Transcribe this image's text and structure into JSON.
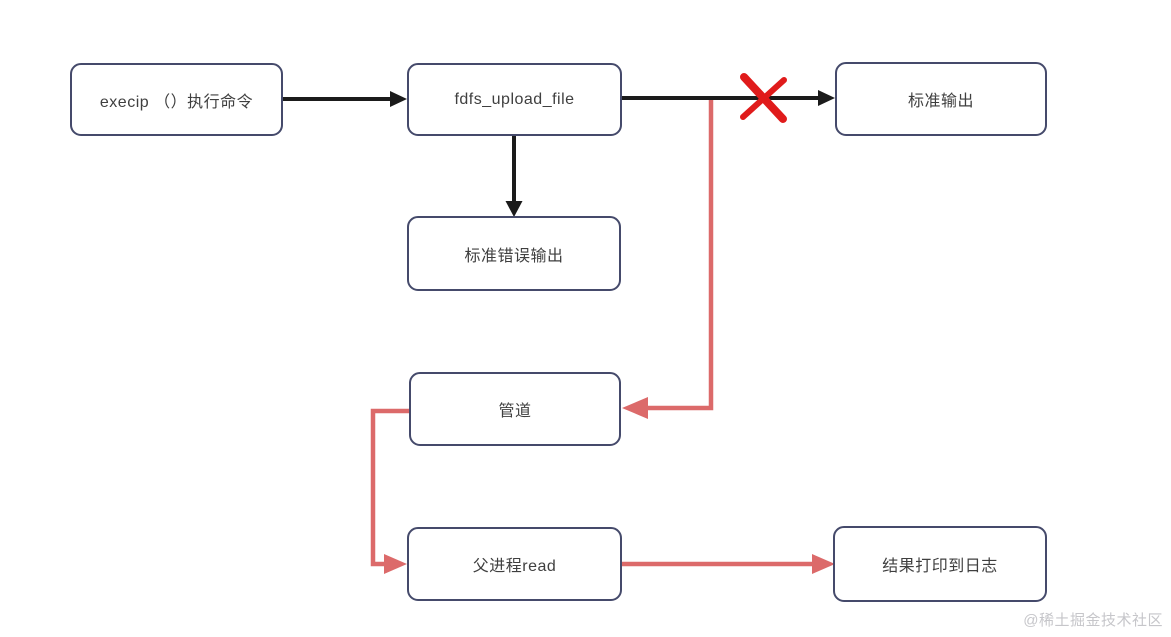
{
  "diagram": {
    "nodes": {
      "execip": {
        "label": "execip （）执行命令"
      },
      "fdfs_upload": {
        "label": "fdfs_upload_file"
      },
      "stdout": {
        "label": "标准输出"
      },
      "stderr": {
        "label": "标准错误输出"
      },
      "pipe": {
        "label": "管道"
      },
      "parent_read": {
        "label": "父进程read"
      },
      "log_result": {
        "label": "结果打印到日志"
      }
    },
    "edges": [
      {
        "from": "execip",
        "to": "fdfs_upload",
        "type": "straight-arrow",
        "color_key": "black_arrow",
        "crossed_out": false
      },
      {
        "from": "fdfs_upload",
        "to": "stderr",
        "type": "straight-arrow",
        "color_key": "black_arrow",
        "crossed_out": false
      },
      {
        "from": "fdfs_upload",
        "to": "stdout",
        "type": "straight-arrow",
        "color_key": "black_arrow",
        "crossed_out": true
      },
      {
        "from": "fdfs_upload",
        "to": "pipe",
        "type": "elbow-arrow",
        "color_key": "red_arrow",
        "crossed_out": false
      },
      {
        "from": "pipe",
        "to": "parent_read",
        "type": "elbow-arrow",
        "color_key": "red_arrow",
        "crossed_out": false
      },
      {
        "from": "parent_read",
        "to": "log_result",
        "type": "straight-arrow",
        "color_key": "red_arrow",
        "crossed_out": false
      }
    ],
    "colors": {
      "black_arrow": "#1b1b1b",
      "red_arrow": "#dc6a6a",
      "red_x": "#e01b1b",
      "node_border": "#454a6b",
      "node_text": "#3f3f3f",
      "background": "#ffffff",
      "watermark": "#c6c6ca"
    }
  },
  "watermark": "@稀土掘金技术社区"
}
